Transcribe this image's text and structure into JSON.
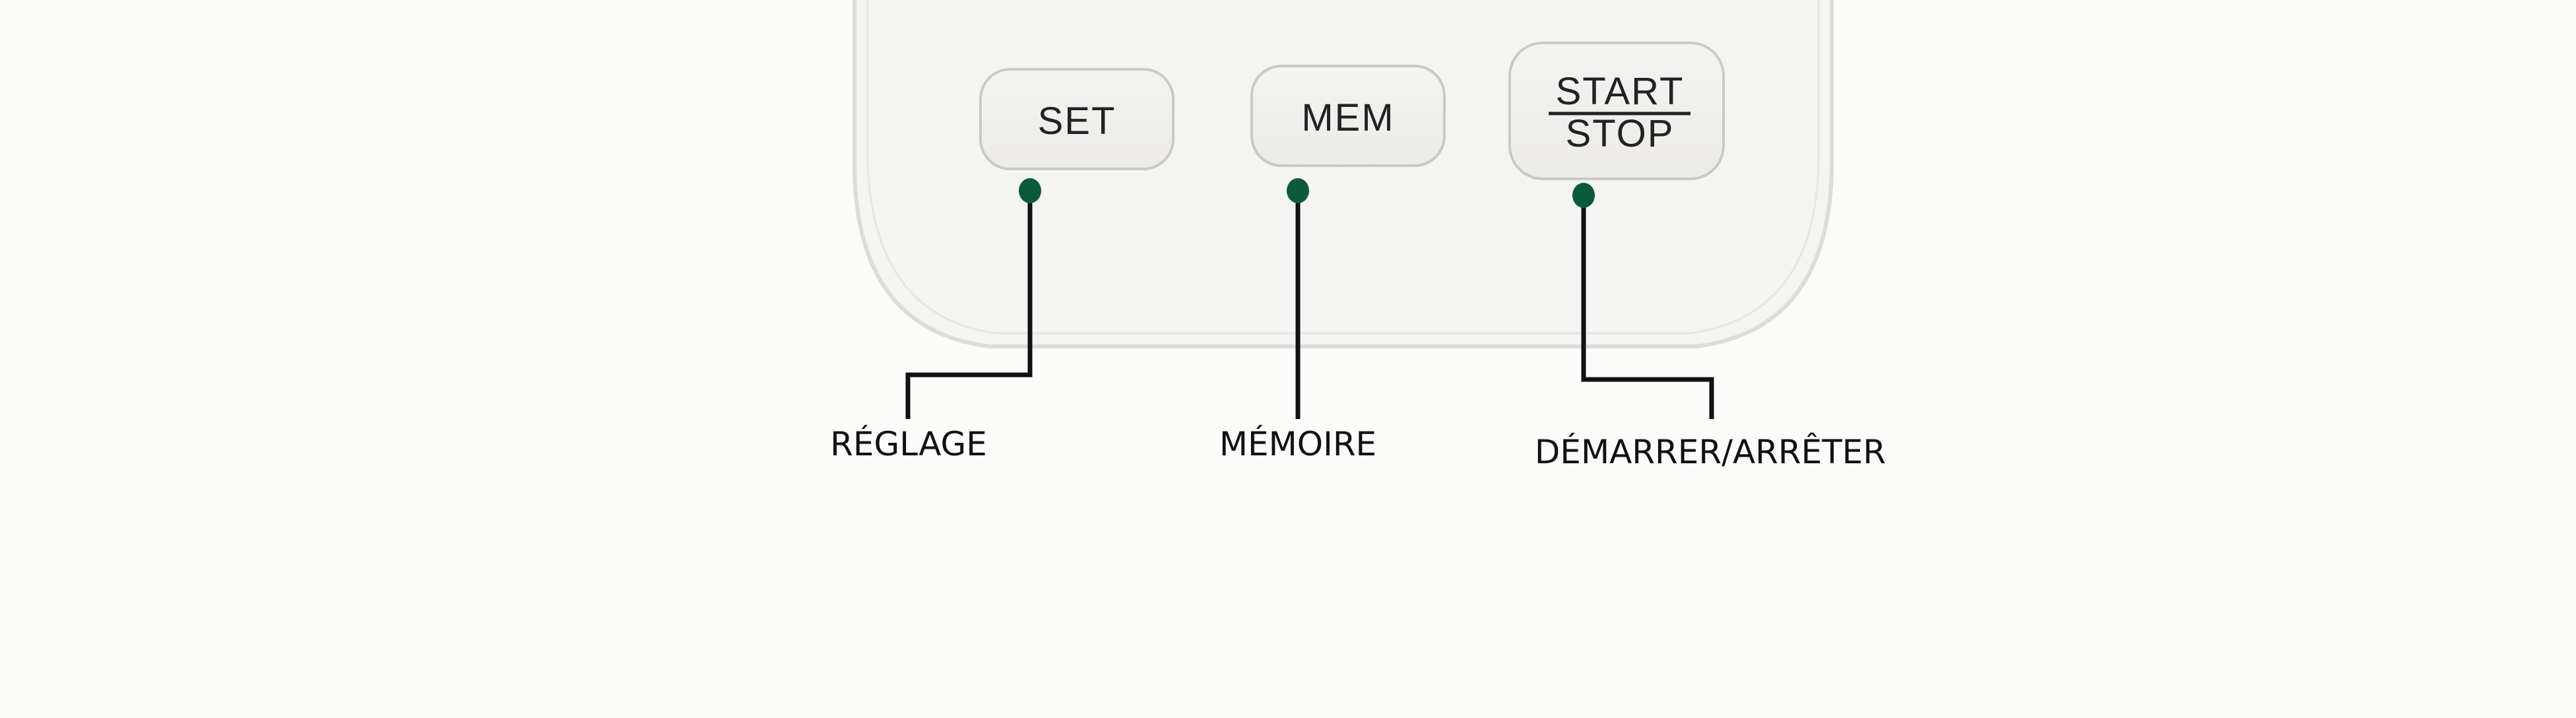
{
  "device": {
    "buttons": [
      {
        "id": "set",
        "label": "SET"
      },
      {
        "id": "mem",
        "label": "MEM"
      },
      {
        "id": "start_stop",
        "label_top": "START",
        "label_bottom": "STOP"
      }
    ]
  },
  "callouts": [
    {
      "button": "set",
      "label": "RÉGLAGE"
    },
    {
      "button": "mem",
      "label": "MÉMOIRE"
    },
    {
      "button": "start_stop",
      "label": "DÉMARRER/ARRÊTER"
    }
  ],
  "colors": {
    "dot": "#0b5a3a",
    "line": "#111111",
    "body": "#f4f4f2"
  }
}
